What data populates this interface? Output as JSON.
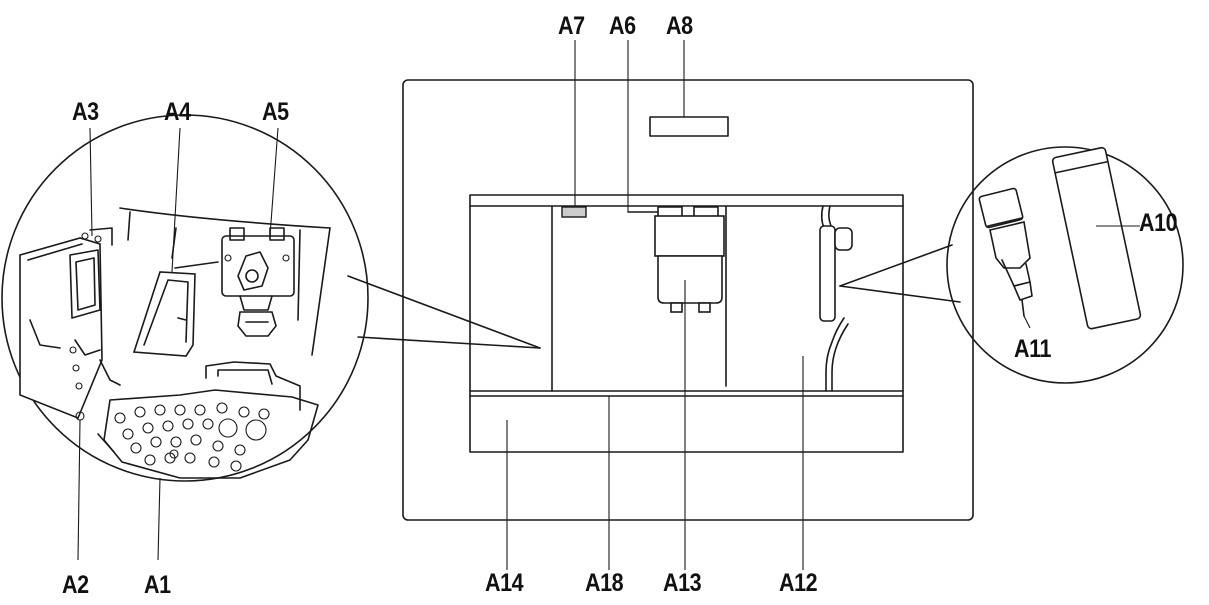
{
  "labels": {
    "a1": "A1",
    "a2": "A2",
    "a3": "A3",
    "a4": "A4",
    "a5": "A5",
    "a6": "A6",
    "a7": "A7",
    "a8": "A8",
    "a10": "A10",
    "a11": "A11",
    "a12": "A12",
    "a13": "A13",
    "a14": "A14",
    "a18": "A18"
  },
  "colors": {
    "line": "#1a1a1a",
    "indicator": "#cccccc",
    "background": "#ffffff"
  }
}
